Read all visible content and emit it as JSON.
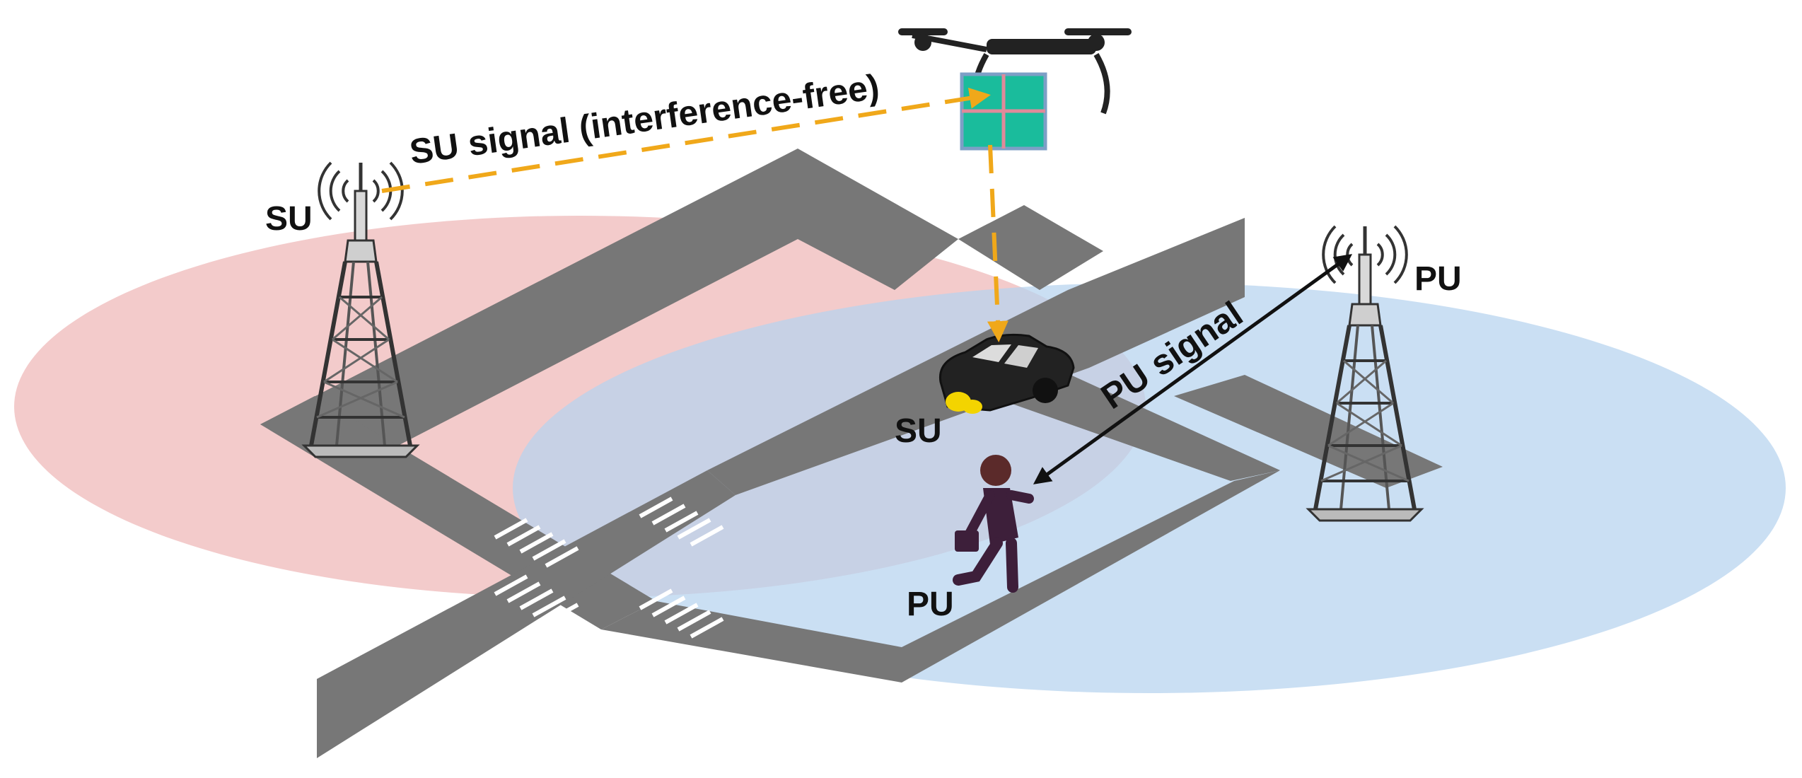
{
  "labels": {
    "su_tower": "SU",
    "pu_tower": "PU",
    "su_vehicle": "SU",
    "pu_pedestrian": "PU",
    "su_signal": "SU signal (interference-free)",
    "pu_signal": "PU signal"
  },
  "colors": {
    "su_coverage": "#efb7b7",
    "pu_coverage": "#b6d3ef",
    "road": "#777777",
    "su_signal_line": "#f0a81a",
    "pu_signal_line": "#111111",
    "ris_panel": "#1abc9c",
    "crosswalk": "#ffffff"
  },
  "icons": {
    "drone": "uav-icon",
    "ris": "reconfigurable-intelligent-surface-icon",
    "su_tower": "cell-tower-icon",
    "pu_tower": "cell-tower-icon",
    "car": "car-icon",
    "pedestrian": "walking-person-icon"
  }
}
